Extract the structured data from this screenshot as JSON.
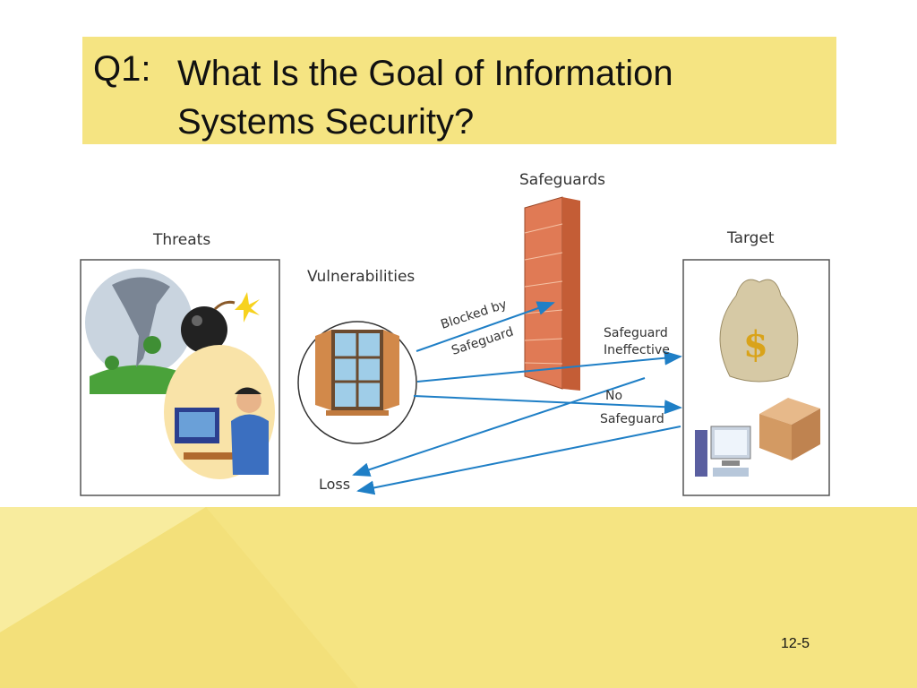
{
  "slide": {
    "title_number": "Q1:",
    "title_text": "What Is the Goal of Information Systems Security?",
    "page_number": "12-5"
  },
  "diagram": {
    "labels": {
      "threats": "Threats",
      "vulnerabilities": "Vulnerabilities",
      "safeguards": "Safeguards",
      "target": "Target",
      "blocked_line1": "Blocked by",
      "blocked_line2": "Safeguard",
      "ineffective_line1": "Safeguard",
      "ineffective_line2": "Ineffective",
      "no_line1": "No",
      "no_line2": "Safeguard",
      "loss": "Loss"
    },
    "colors": {
      "arrow": "#1f7fc6",
      "brick": "#e07a55",
      "band": "#f5e482"
    }
  }
}
